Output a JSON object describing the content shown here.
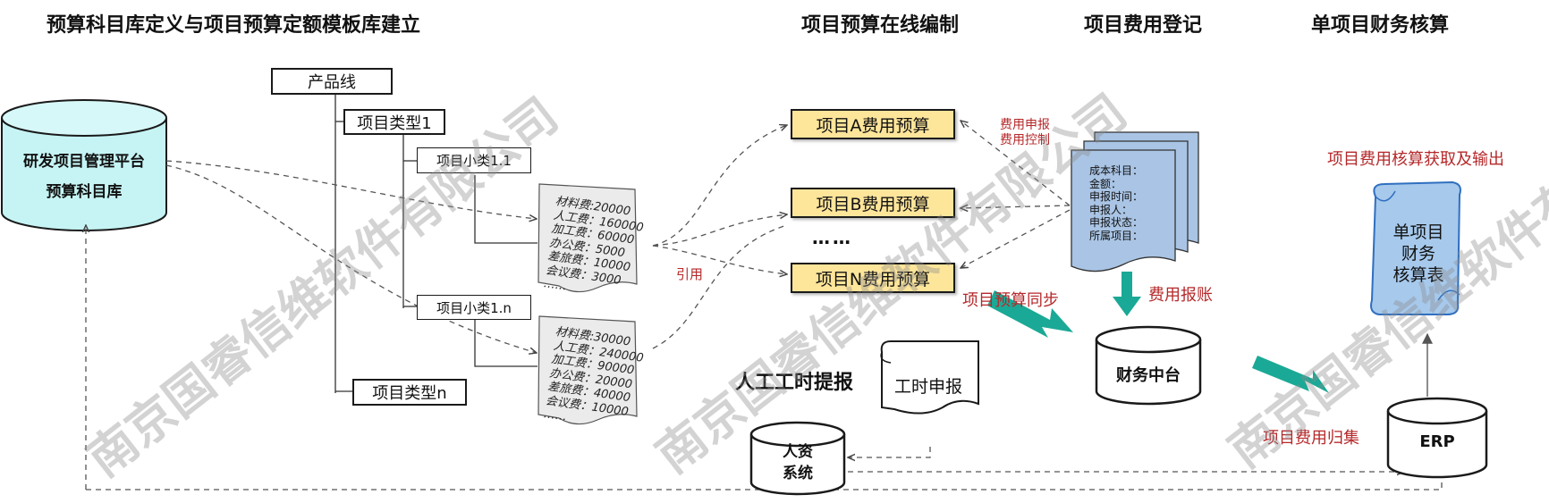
{
  "sections": {
    "s1": "预算科目库定义与项目预算定额模板库建立",
    "s2": "项目预算在线编制",
    "s3": "项目费用登记",
    "s4": "单项目财务核算"
  },
  "platform": {
    "line1": "研发项目管理平台",
    "line2": "预算科目库"
  },
  "tree": {
    "product_line": "产品线",
    "type1": "项目类型1",
    "sub11": "项目小类1.1",
    "sub1n": "项目小类1.n",
    "typen": "项目类型n"
  },
  "notes": {
    "note1": [
      "材料费:20000",
      "人工费：160000",
      "加工费：60000",
      "办公费：5000",
      "差旅费：10000",
      "会议费：3000",
      "……"
    ],
    "note2": [
      "材料费:30000",
      "人工费：240000",
      "加工费：90000",
      "办公费：20000",
      "差旅费：40000",
      "会议费：10000",
      "……"
    ]
  },
  "quote_label": "引用",
  "budgets": {
    "a": "项目A费用预算",
    "b": "项目B费用预算",
    "dots": "……",
    "n": "项目N费用预算"
  },
  "expense_apply": {
    "line1": "费用申报",
    "line2": "费用控制"
  },
  "doc_fields": [
    "成本科目：",
    "金额：",
    "申报时间：",
    "申报人：",
    "申报状态：",
    "所属项目："
  ],
  "budget_sync": "项目预算同步",
  "expense_claim": "费用报账",
  "finance_platform": "财务中台",
  "manhour": {
    "title": "人工工时提报",
    "doc": "工时申报"
  },
  "hr": {
    "line1": "人资",
    "line2": "系统"
  },
  "cost_collect": "项目费用归集",
  "erp": "ERP",
  "cost_output": "项目费用核算获取及输出",
  "scroll": {
    "line1": "单项目",
    "line2": "财务",
    "line3": "核算表"
  },
  "watermark": "南京国睿信维软件有限公司",
  "colors": {
    "cyan": "#c6f4f4",
    "yellow": "#fde59a",
    "teal": "#1aa996",
    "blue": "#a6c9ec",
    "doc": "#a9c4e4",
    "red": "#b5282a"
  }
}
